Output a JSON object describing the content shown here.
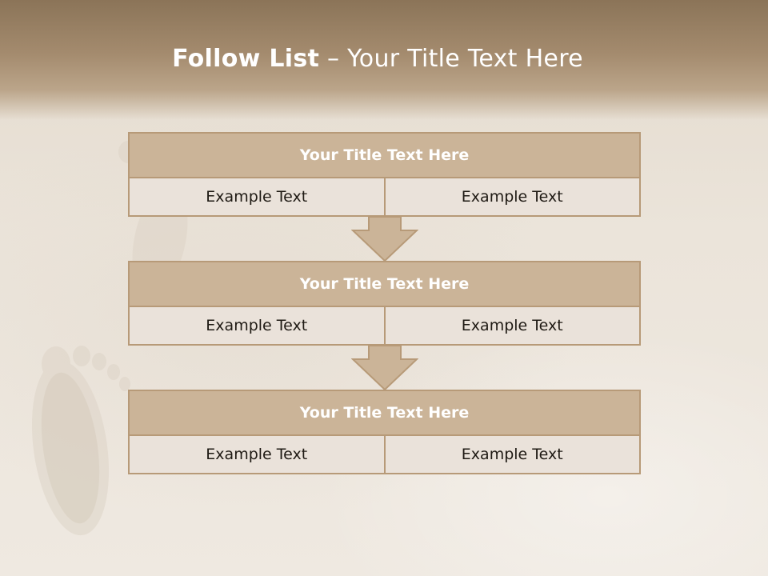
{
  "slide": {
    "title_bold": "Follow List",
    "title_rest": " – Your Title Text Here"
  },
  "blocks": [
    {
      "title": "Your Title Text Here",
      "left": "Example Text",
      "right": "Example Text"
    },
    {
      "title": "Your Title Text Here",
      "left": "Example Text",
      "right": "Example Text"
    },
    {
      "title": "Your Title Text Here",
      "left": "Example Text",
      "right": "Example Text"
    }
  ],
  "colors": {
    "header_band": "#8b7458",
    "block_head": "#cbb498",
    "block_border": "#b79a78",
    "block_body": "#eae2da",
    "arrow_fill": "#cbb498"
  },
  "icons": {
    "arrow": "arrow-down-icon",
    "background": "footprint-icon"
  }
}
